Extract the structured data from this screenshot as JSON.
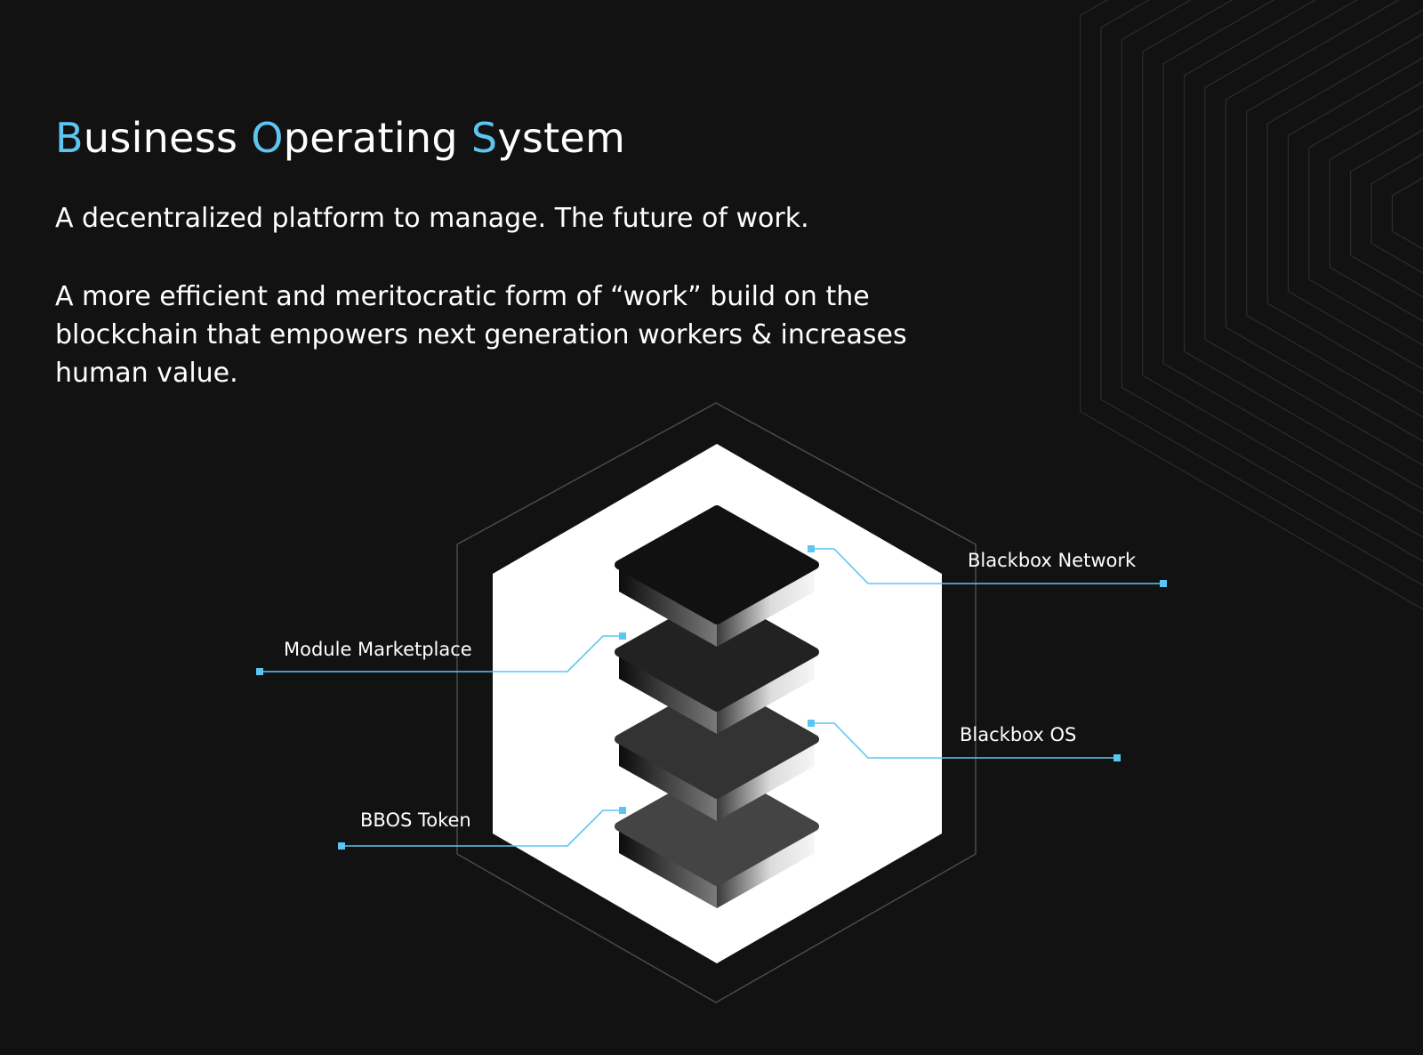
{
  "slide": {
    "title": {
      "words": [
        {
          "initial": "B",
          "rest": "usiness"
        },
        {
          "initial": "O",
          "rest": "perating"
        },
        {
          "initial": "S",
          "rest": "ystem"
        }
      ]
    },
    "tagline": "A decentralized platform to manage. The future of work.",
    "description": "A more efficient and meritocratic form of “work” build on the blockchain that empowers next generation workers & increases human value."
  },
  "diagram": {
    "callouts": [
      {
        "label": "Blackbox Network",
        "side": "right",
        "layer": 1
      },
      {
        "label": "Module Marketplace",
        "side": "left",
        "layer": 2
      },
      {
        "label": "Blackbox OS",
        "side": "right",
        "layer": 3
      },
      {
        "label": "BBOS Token",
        "side": "left",
        "layer": 4
      }
    ]
  },
  "colors": {
    "background": "#121212",
    "accent": "#5cc5f2",
    "text": "#ffffff",
    "hexagon_fill": "#ffffff",
    "layer_tops": [
      "#111111",
      "#222222",
      "#333333",
      "#444444"
    ]
  },
  "icons": {
    "layer": "isometric-rounded-tile"
  }
}
